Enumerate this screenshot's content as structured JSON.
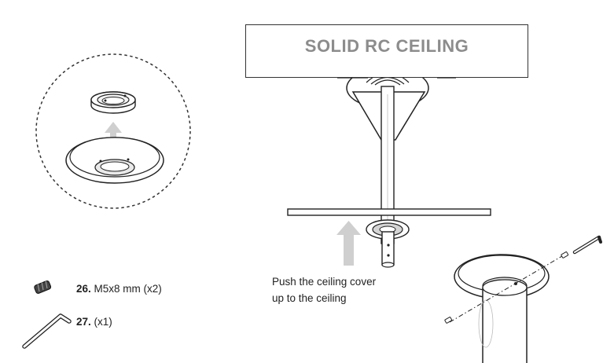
{
  "title": "SOLID RC CEILING",
  "instruction": {
    "line1": "Push the ceiling cover",
    "line2": "up to the ceiling"
  },
  "parts": [
    {
      "number": "26.",
      "description": "M5x8 mm (x2)",
      "icon": "set-screw-icon"
    },
    {
      "number": "27.",
      "description": "(x1)",
      "icon": "allen-key-icon"
    }
  ],
  "colors": {
    "title_text": "#8c8c8c",
    "arrow_fill": "#cfcfcf",
    "line": "#222222"
  }
}
